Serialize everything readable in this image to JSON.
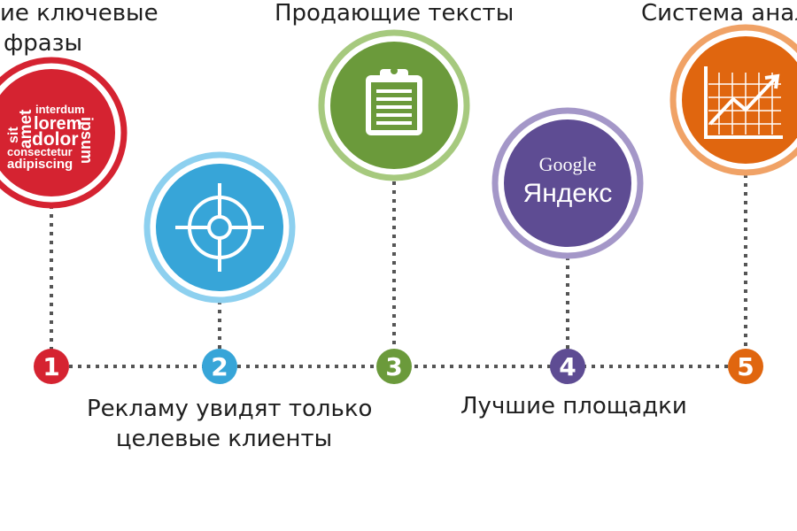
{
  "steps": [
    {
      "number": "1",
      "color": "#d52331",
      "icon": "word-cloud-icon",
      "label_lines": [
        "ие ключевые",
        "фразы"
      ],
      "cloud_words": [
        "interdum",
        "lorem",
        "dolor",
        "consectetur",
        "adipiscing",
        "sit",
        "amet",
        "ipsum"
      ]
    },
    {
      "number": "2",
      "color": "#37a5d8",
      "icon": "target-crosshair-icon",
      "label_lines": [
        "Рекламу увидят только",
        "целевые клиенты"
      ]
    },
    {
      "number": "3",
      "color": "#6b9a3b",
      "icon": "clipboard-icon",
      "label_lines": [
        "Продающие тексты"
      ]
    },
    {
      "number": "4",
      "color": "#5e4c93",
      "icon": "search-engines-icon",
      "label_lines": [
        "Лучшие площадки"
      ],
      "brands": [
        "Google",
        "Яндекс"
      ]
    },
    {
      "number": "5",
      "color": "#e0660f",
      "icon": "analytics-chart-icon",
      "label_lines": [
        "Система анал"
      ]
    }
  ]
}
